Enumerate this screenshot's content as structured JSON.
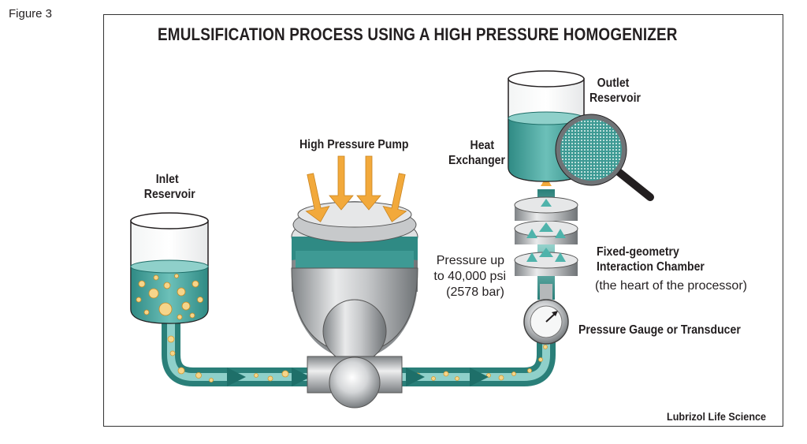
{
  "figure_label": "Figure 3",
  "title": "EMULSIFICATION PROCESS USING A HIGH PRESSURE HOMOGENIZER",
  "labels": {
    "inlet_reservoir": [
      "Inlet",
      "Reservoir"
    ],
    "high_pressure_pump": "High Pressure Pump",
    "pressure": [
      "Pressure up",
      "to 40,000 psi",
      "(2578 bar)"
    ],
    "heat_exchanger": [
      "Heat",
      "Exchanger"
    ],
    "outlet_reservoir": [
      "Outlet",
      "Reservoir"
    ],
    "interaction_chamber": [
      "Fixed-geometry",
      "Interaction Chamber"
    ],
    "interaction_chamber_note": "(the heart of the processor)",
    "pressure_gauge": "Pressure Gauge or Transducer"
  },
  "credit": "Lubrizol Life Science",
  "colors": {
    "fluid": "#3e9a94",
    "fluid_light": "#8fd0ca",
    "arrow": "#f2a93b",
    "metal": "#b5b8ba",
    "droplet": "#f6d58a"
  }
}
